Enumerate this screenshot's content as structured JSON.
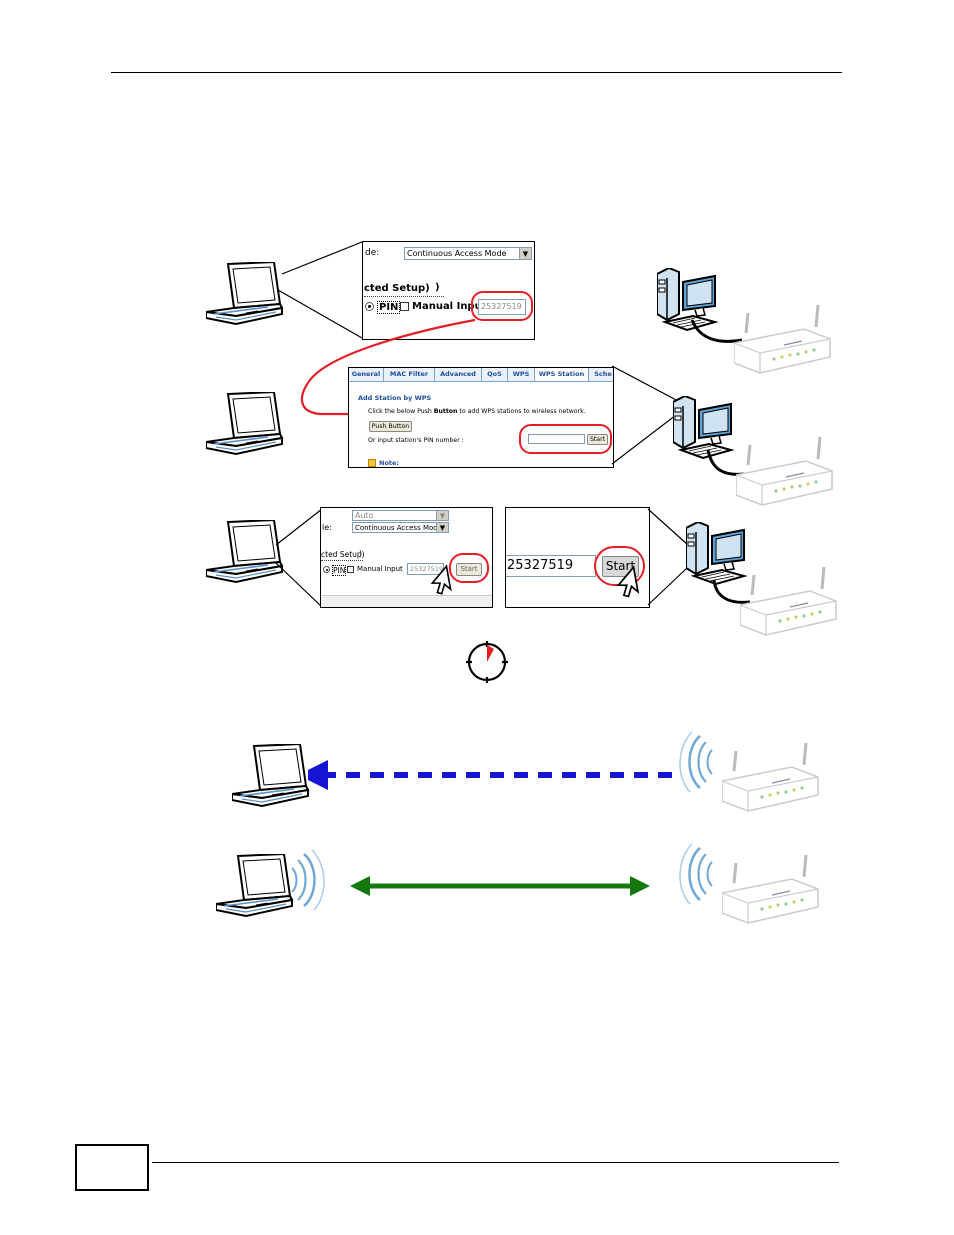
{
  "page": {
    "number_box_text": ""
  },
  "step1": {
    "mode_label_fragment": "de:",
    "mode_value": "Continuous Access Mode",
    "setup_fragment": "cted Setup)",
    "pin_label": "PIN",
    "manual_input_label": "Manual Input",
    "pin_value": "25327519"
  },
  "step2": {
    "tabs": [
      "General",
      "MAC Filter",
      "Advanced",
      "QoS",
      "WPS",
      "WPS Station",
      "Sche"
    ],
    "section_title": "Add Station by WPS",
    "instruction_pre": "Click the below Push ",
    "instruction_bold": "Button",
    "instruction_post": " to add WPS stations to wireless network.",
    "push_button_label": "Push Button",
    "pin_prompt": "Or input station's PIN number :",
    "start_label": "Start",
    "note_label": "Note:"
  },
  "step3": {
    "band_value": "Auto",
    "mode_label_fragment": "le:",
    "mode_value": "Continuous Access Mode",
    "setup_fragment": "cted Setup)",
    "pin_label": "PIN",
    "manual_input_label": "Manual Input",
    "pin_value": "25327519",
    "start_label": "Start",
    "zoom_pin_value": "25327519",
    "zoom_start_label": "Start"
  },
  "colors": {
    "highlight_red": "#e41e26",
    "dashed_arrow_blue": "#1414d2",
    "solid_arrow_green": "#13790f",
    "wifi_wave_blue": "#6fa8d8"
  }
}
